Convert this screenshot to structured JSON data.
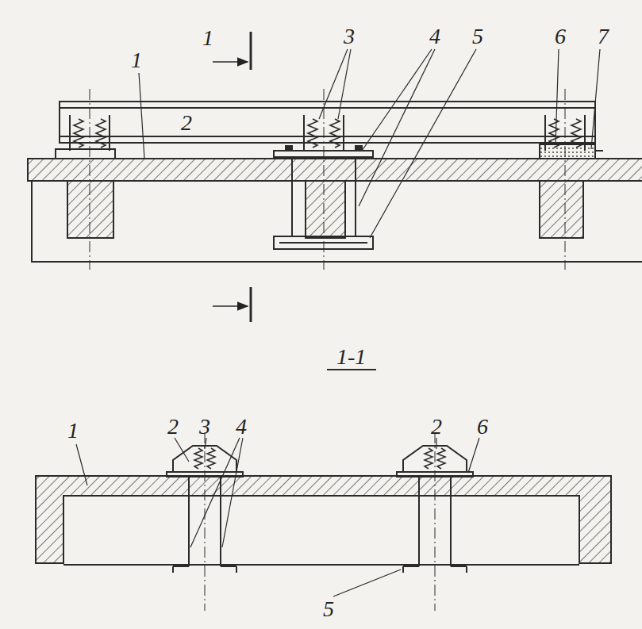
{
  "diagram": {
    "labels": [
      "1",
      "3",
      "4",
      "5",
      "6",
      "7",
      "1",
      "2",
      "1-1",
      "1",
      "2",
      "3",
      "4",
      "2",
      "6",
      "5"
    ]
  }
}
